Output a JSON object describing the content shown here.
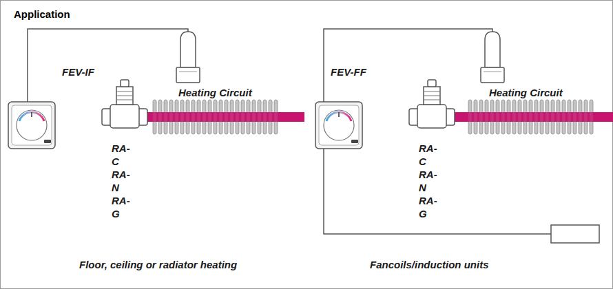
{
  "diagram": {
    "title": "Application",
    "nodes": [
      {
        "text": [
          "FEV-IF"
        ]
      },
      {
        "text": [
          "RA-C RA-N RA-G"
        ]
      },
      {
        "text": [
          "Heating Circuit"
        ]
      },
      {
        "text": [
          "FEV-FF"
        ]
      },
      {
        "text": [
          "RA-C RA-N RA-G"
        ]
      },
      {
        "text": [
          "Heating Circuit"
        ]
      }
    ],
    "labels": [
      "Floor, ceiling or radiator heating",
      "Fancoils/induction units"
    ]
  }
}
